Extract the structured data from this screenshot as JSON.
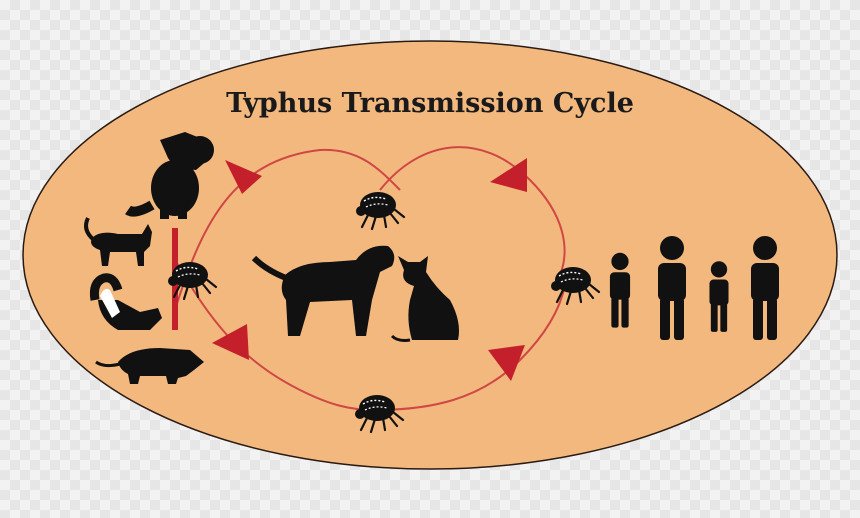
{
  "diagram": {
    "title": "Typhus Transmission Cycle",
    "colors": {
      "background_oval": "#f3b87e",
      "oval_border": "#2a1a12",
      "arrow_path": "#c9343b",
      "arrowhead": "#c4202c",
      "barrier": "#c4202c",
      "silhouette": "#111111",
      "flea_spots": "#ffffff"
    },
    "reservoir_animals": [
      "raccoon",
      "cat",
      "skunk",
      "opossum"
    ],
    "pet_animals": [
      "dog",
      "cat"
    ],
    "humans": [
      "child",
      "adult",
      "child",
      "adult"
    ],
    "vectors": [
      "flea",
      "flea",
      "flea",
      "flea"
    ]
  }
}
